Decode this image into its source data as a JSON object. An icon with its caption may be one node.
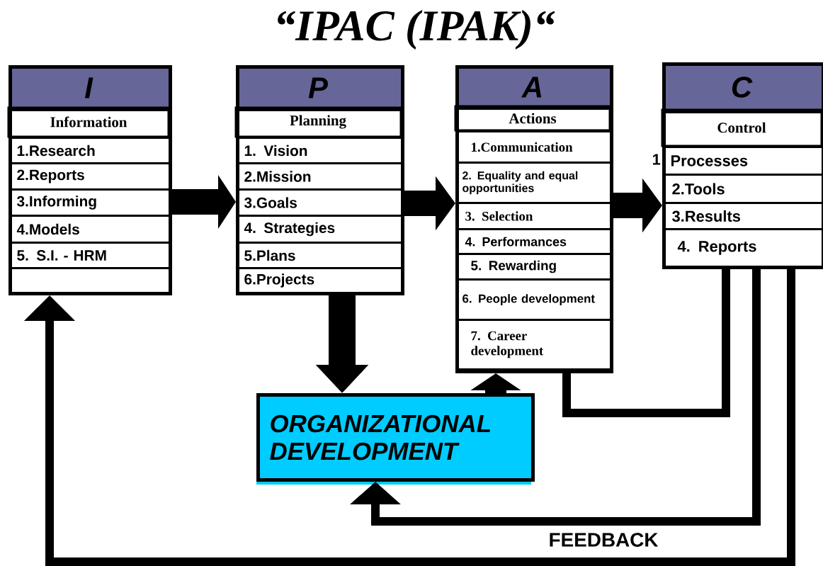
{
  "diagram": {
    "title": "“IPAC (IPAK)“",
    "nodes": [
      {
        "text": [
          "I",
          "Information"
        ]
      },
      {
        "text": [
          "1.Research"
        ],
        "in": 0
      },
      {
        "text": [
          "2.Reports"
        ],
        "in": 0
      },
      {
        "text": [
          "3.Informing"
        ],
        "in": 0
      },
      {
        "text": [
          "4.Models"
        ],
        "in": 0
      },
      {
        "text": [
          "5. S.I. - HRM"
        ],
        "in": 0
      },
      {
        "text": [],
        "shape": "box",
        "in": 0
      },
      {
        "text": [
          "P",
          "Planning"
        ]
      },
      {
        "text": [
          "1. Vision"
        ],
        "in": 7
      },
      {
        "text": [
          "2.Mission"
        ],
        "in": 7
      },
      {
        "text": [
          "3.Goals"
        ],
        "in": 7
      },
      {
        "text": [
          "4. Strategies"
        ],
        "in": 7
      },
      {
        "text": [
          "5.Plans"
        ],
        "in": 7
      },
      {
        "text": [
          "6.Projects"
        ],
        "in": 7
      },
      {
        "text": [
          "A",
          "Actions"
        ]
      },
      {
        "text": [
          "1.Communication"
        ],
        "in": 14
      },
      {
        "text": [
          "2. Equality and equal opportunities"
        ],
        "in": 14
      },
      {
        "text": [
          "3. Selection"
        ],
        "in": 14
      },
      {
        "text": [
          "4. Performances"
        ],
        "in": 14
      },
      {
        "text": [
          "5. Rewarding"
        ],
        "in": 14
      },
      {
        "text": [
          "6. People development"
        ],
        "in": 14
      },
      {
        "text": [
          "7. Career development"
        ],
        "in": 14
      },
      {
        "text": [
          "C",
          "Control"
        ]
      },
      {
        "text": [
          "Processes"
        ],
        "beside": [
          "1"
        ],
        "in": 22
      },
      {
        "text": [
          "2.Tools"
        ],
        "in": 22
      },
      {
        "text": [
          "3.Results"
        ],
        "in": 22
      },
      {
        "text": [
          "4. Reports"
        ],
        "in": 22
      },
      {
        "text": [
          "ORGANIZATIONAL DEVELOPMENT"
        ]
      }
    ],
    "edges": [
      {
        "from": 0,
        "to": 7,
        "arrow": "to"
      },
      {
        "from": 7,
        "to": 14,
        "arrow": "to"
      },
      {
        "from": 14,
        "to": 22,
        "arrow": "to"
      },
      {
        "from": 7,
        "to": 27,
        "arrow": "to"
      },
      {
        "from": 27,
        "to": 14,
        "arrow": "to"
      },
      {
        "from": 14,
        "to": 22,
        "arrow": "none"
      },
      {
        "from": 22,
        "to": 27,
        "arrow": "to"
      },
      {
        "from": 22,
        "to": 0,
        "arrow": "to"
      }
    ],
    "labels": [
      "FEEDBACK"
    ]
  }
}
